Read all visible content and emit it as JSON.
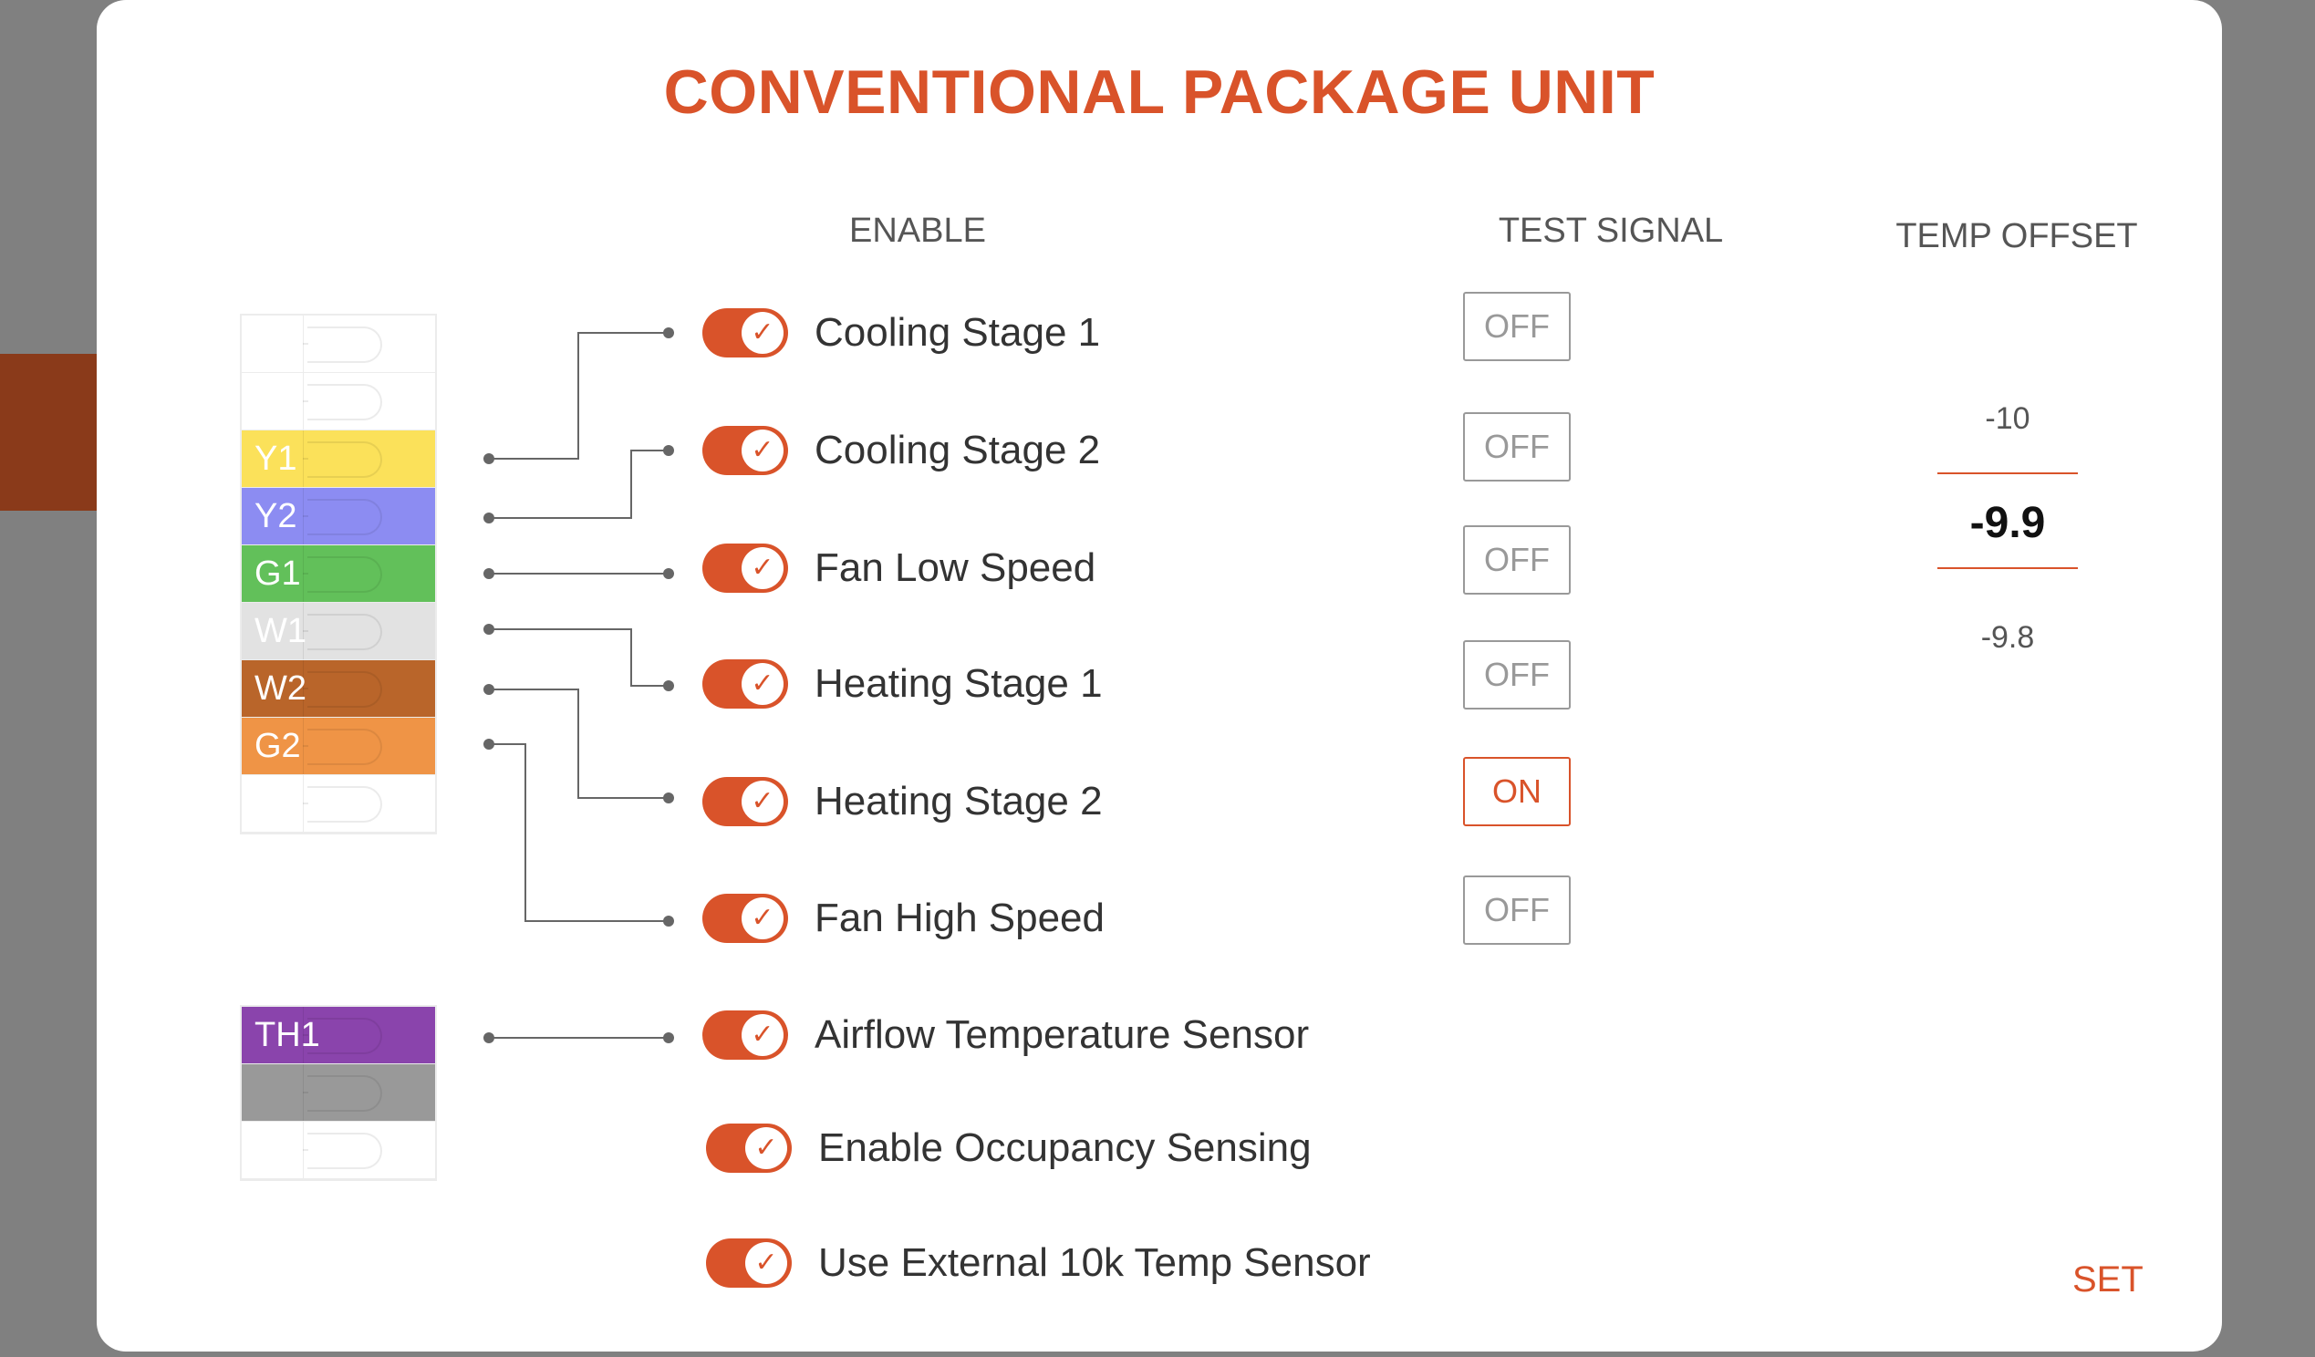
{
  "title": "CONVENTIONAL PACKAGE UNIT",
  "headers": {
    "enable": "ENABLE",
    "test_signal": "TEST SIGNAL",
    "temp_offset": "TEMP OFFSET"
  },
  "terminals": [
    "",
    "",
    "Y1",
    "Y2",
    "G1",
    "W1",
    "W2",
    "G2",
    ""
  ],
  "th_terminals": [
    "TH1",
    "",
    ""
  ],
  "rows": [
    {
      "label": "Cooling Stage 1",
      "enabled": true,
      "test_signal": "OFF"
    },
    {
      "label": "Cooling Stage 2",
      "enabled": true,
      "test_signal": "OFF"
    },
    {
      "label": "Fan Low Speed",
      "enabled": true,
      "test_signal": "OFF"
    },
    {
      "label": "Heating Stage 1",
      "enabled": true,
      "test_signal": "OFF"
    },
    {
      "label": "Heating Stage 2",
      "enabled": true,
      "test_signal": "ON"
    },
    {
      "label": "Fan High Speed",
      "enabled": true,
      "test_signal": "OFF"
    },
    {
      "label": "Airflow Temperature Sensor",
      "enabled": true
    },
    {
      "label": "Enable Occupancy Sensing",
      "enabled": true
    },
    {
      "label": "Use External 10k Temp Sensor",
      "enabled": true
    }
  ],
  "temp_offset": {
    "prev": "-10",
    "selected": "-9.9",
    "next": "-9.8"
  },
  "set_label": "SET",
  "toggle_icon": "check-icon",
  "colors": {
    "accent": "#d9532a",
    "Y1": "#fbe15a",
    "Y2": "#8c8cf2",
    "G1": "#62c05a",
    "W1": "#e2e2e2",
    "W2": "#b9652a",
    "G2": "#ef9446",
    "TH1": "#8a44ac",
    "TH_blank": "#999999"
  }
}
